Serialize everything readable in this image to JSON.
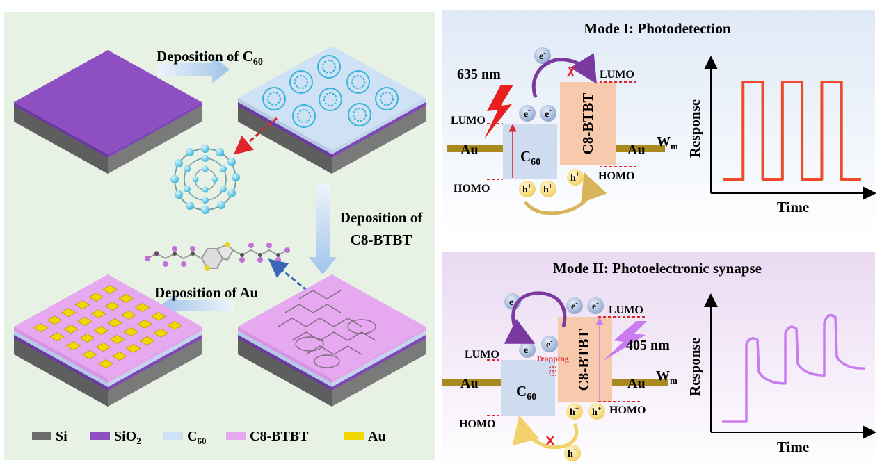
{
  "colors": {
    "left_panel_bg": "#e8f2e4",
    "si": "#6d6d6d",
    "sio2": "#8e4fc2",
    "c60": "#cfe1f5",
    "c8btbt": "#e6a8ee",
    "au": "#f2d800",
    "mode1_red": "#e8452a",
    "mode2_violet": "#c97cf0",
    "electron": "#9bb3d8",
    "hole": "#f7df8a"
  },
  "left": {
    "steps": {
      "step1_prefix": "Deposition of C",
      "step1_sub": "60",
      "step2_line1": "Deposition of",
      "step2_line2": "C8-BTBT",
      "step3": "Deposition of Au"
    },
    "legend": [
      {
        "label": "Si",
        "sub": "",
        "color": "#6d6d6d"
      },
      {
        "label": "SiO",
        "sub": "2",
        "color": "#8e4fc2"
      },
      {
        "label": "C",
        "sub": "60",
        "color": "#cfe1f5"
      },
      {
        "label": "C8-BTBT",
        "sub": "",
        "color": "#e6a8ee"
      },
      {
        "label": "Au",
        "sub": "",
        "color": "#f2d800"
      }
    ]
  },
  "mode1": {
    "title": "Mode I: Photodetection",
    "wavelength": "635 nm",
    "lumo": "LUMO",
    "homo": "HOMO",
    "lumo_right": "LUMO",
    "homo_right": "HOMO",
    "au_left": "Au",
    "au_right": "Au",
    "c60_label": "C",
    "c60_sub": "60",
    "btbt_label": "C8-BTBT",
    "wm": "W",
    "wm_sub": "m",
    "electron": "e",
    "electron_sup": "-",
    "hole": "h",
    "hole_sup": "+",
    "ylabel": "Response",
    "xlabel": "Time"
  },
  "mode2": {
    "title": "Mode II: Photoelectronic  synapse",
    "wavelength": "405 nm",
    "lumo": "LUMO",
    "homo": "HOMO",
    "lumo_right": "LUMO",
    "homo_right": "HOMO",
    "au_left": "Au",
    "au_right": "Au",
    "c60_label": "C",
    "c60_sub": "60",
    "btbt_label": "C8-BTBT",
    "trapping": "Trapping",
    "wm": "W",
    "wm_sub": "m",
    "electron": "e",
    "electron_sup": "-",
    "hole": "h",
    "hole_sup": "+",
    "ylabel": "Response",
    "xlabel": "Time"
  },
  "charts": {
    "mode1_levels": [
      0,
      1,
      0,
      1,
      0,
      1,
      0
    ],
    "mode2_pulses": [
      {
        "low": 0.0,
        "peak": 0.72,
        "relax": 0.33
      },
      {
        "low": 0.33,
        "peak": 0.82,
        "relax": 0.4
      },
      {
        "low": 0.4,
        "peak": 0.92,
        "relax": 0.46
      }
    ]
  }
}
